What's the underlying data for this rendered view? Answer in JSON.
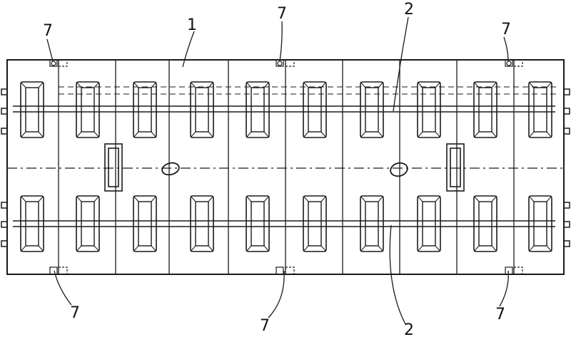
{
  "figure": {
    "reference_numerals": {
      "body": "1",
      "beam": "2",
      "connector": "7"
    },
    "labels": [
      {
        "id": "label-1",
        "text": "1"
      },
      {
        "id": "label-2-top",
        "text": "2"
      },
      {
        "id": "label-2-bottom",
        "text": "2"
      },
      {
        "id": "label-7-top-left",
        "text": "7"
      },
      {
        "id": "label-7-top-center",
        "text": "7"
      },
      {
        "id": "label-7-top-right",
        "text": "7"
      },
      {
        "id": "label-7-bottom-left",
        "text": "7"
      },
      {
        "id": "label-7-bottom-center",
        "text": "7"
      },
      {
        "id": "label-7-bottom-right",
        "text": "7"
      }
    ]
  }
}
